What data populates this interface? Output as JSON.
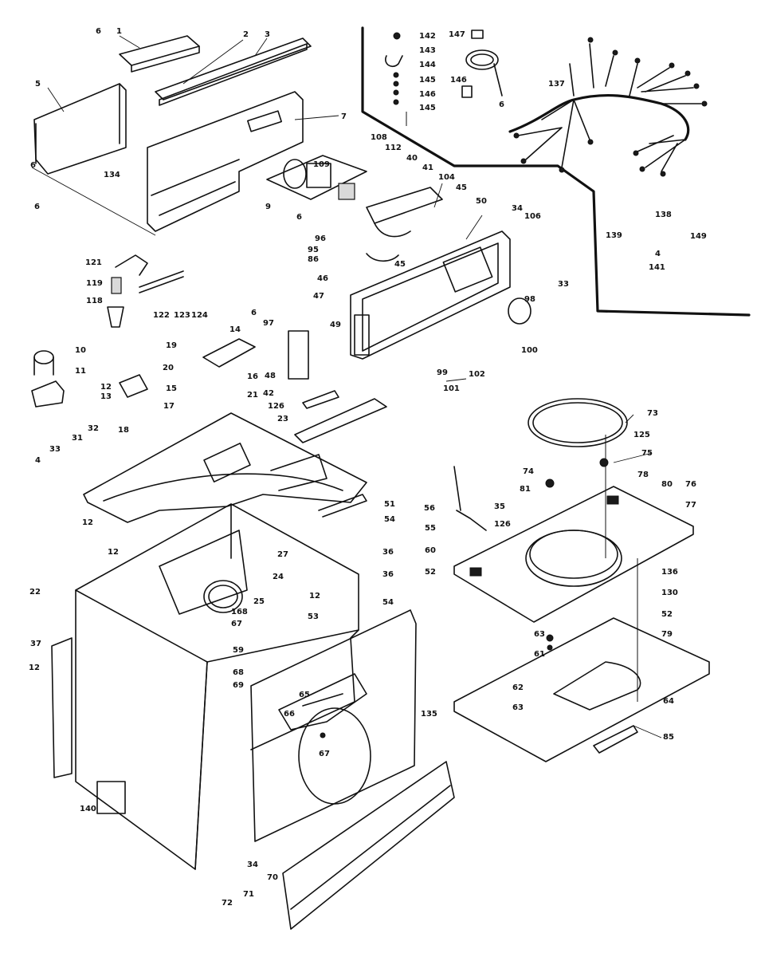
{
  "callouts": [
    {
      "id": "c1",
      "text": "1"
    },
    {
      "id": "c6a",
      "text": "6"
    },
    {
      "id": "c2",
      "text": "2"
    },
    {
      "id": "c3",
      "text": "3"
    },
    {
      "id": "c5",
      "text": "5"
    },
    {
      "id": "c7",
      "text": "7"
    },
    {
      "id": "c134",
      "text": "134"
    },
    {
      "id": "c9",
      "text": "9"
    },
    {
      "id": "c6b",
      "text": "6"
    },
    {
      "id": "c6c",
      "text": "6"
    },
    {
      "id": "c108",
      "text": "108"
    },
    {
      "id": "c109",
      "text": "109"
    },
    {
      "id": "c112",
      "text": "112"
    },
    {
      "id": "c40",
      "text": "40"
    },
    {
      "id": "c41",
      "text": "41"
    },
    {
      "id": "c104a",
      "text": "104"
    },
    {
      "id": "c45a",
      "text": "45"
    },
    {
      "id": "c50",
      "text": "50"
    },
    {
      "id": "c6d",
      "text": "6"
    },
    {
      "id": "c96",
      "text": "96"
    },
    {
      "id": "c95",
      "text": "95"
    },
    {
      "id": "c86",
      "text": "86"
    },
    {
      "id": "c45b",
      "text": "45"
    },
    {
      "id": "c46",
      "text": "46"
    },
    {
      "id": "c47",
      "text": "47"
    },
    {
      "id": "c49",
      "text": "49"
    },
    {
      "id": "c97",
      "text": "97"
    },
    {
      "id": "c6e",
      "text": "6"
    },
    {
      "id": "c121",
      "text": "121"
    },
    {
      "id": "c119",
      "text": "119"
    },
    {
      "id": "c118",
      "text": "118"
    },
    {
      "id": "c122",
      "text": "122"
    },
    {
      "id": "c123",
      "text": "123"
    },
    {
      "id": "c124",
      "text": "124"
    },
    {
      "id": "c10",
      "text": "10"
    },
    {
      "id": "c11",
      "text": "11"
    },
    {
      "id": "c12a",
      "text": "12"
    },
    {
      "id": "c13",
      "text": "13"
    },
    {
      "id": "c19",
      "text": "19"
    },
    {
      "id": "c14",
      "text": "14"
    },
    {
      "id": "c20",
      "text": "20"
    },
    {
      "id": "c15",
      "text": "15"
    },
    {
      "id": "c16",
      "text": "16"
    },
    {
      "id": "c21",
      "text": "21"
    },
    {
      "id": "c48a",
      "text": "48"
    },
    {
      "id": "c42",
      "text": "42"
    },
    {
      "id": "c126a",
      "text": "126"
    },
    {
      "id": "c23",
      "text": "23"
    },
    {
      "id": "c17",
      "text": "17"
    },
    {
      "id": "c18",
      "text": "18"
    },
    {
      "id": "c32",
      "text": "32"
    },
    {
      "id": "c31",
      "text": "31"
    },
    {
      "id": "c33a",
      "text": "33"
    },
    {
      "id": "c4a",
      "text": "4"
    },
    {
      "id": "c12b",
      "text": "12"
    },
    {
      "id": "c51",
      "text": "51"
    },
    {
      "id": "c54a",
      "text": "54"
    },
    {
      "id": "c22",
      "text": "22"
    },
    {
      "id": "c12c",
      "text": "12"
    },
    {
      "id": "c27",
      "text": "27"
    },
    {
      "id": "c24",
      "text": "24"
    },
    {
      "id": "c25",
      "text": "25"
    },
    {
      "id": "c36a",
      "text": "36"
    },
    {
      "id": "c36b",
      "text": "36"
    },
    {
      "id": "c12d",
      "text": "12"
    },
    {
      "id": "c54b",
      "text": "54"
    },
    {
      "id": "c53",
      "text": "53"
    },
    {
      "id": "c37",
      "text": "37"
    },
    {
      "id": "c12e",
      "text": "12"
    },
    {
      "id": "c168",
      "text": "168"
    },
    {
      "id": "c67a",
      "text": "67"
    },
    {
      "id": "c59",
      "text": "59"
    },
    {
      "id": "c68",
      "text": "68"
    },
    {
      "id": "c69",
      "text": "69"
    },
    {
      "id": "c65",
      "text": "65"
    },
    {
      "id": "c66",
      "text": "66"
    },
    {
      "id": "c67b",
      "text": "67"
    },
    {
      "id": "c135",
      "text": "135"
    },
    {
      "id": "c140",
      "text": "140"
    },
    {
      "id": "c34a",
      "text": "34"
    },
    {
      "id": "c70",
      "text": "70"
    },
    {
      "id": "c71",
      "text": "71"
    },
    {
      "id": "c72",
      "text": "72"
    },
    {
      "id": "c142",
      "text": "142"
    },
    {
      "id": "c143",
      "text": "143"
    },
    {
      "id": "c144",
      "text": "144"
    },
    {
      "id": "c145a",
      "text": "145"
    },
    {
      "id": "c146a",
      "text": "146"
    },
    {
      "id": "c145b",
      "text": "145"
    },
    {
      "id": "c147",
      "text": "147"
    },
    {
      "id": "c146b",
      "text": "146"
    },
    {
      "id": "c137",
      "text": "137"
    },
    {
      "id": "c6f",
      "text": "6"
    },
    {
      "id": "c34b",
      "text": "34"
    },
    {
      "id": "c106",
      "text": "106"
    },
    {
      "id": "c33b",
      "text": "33"
    },
    {
      "id": "c138",
      "text": "138"
    },
    {
      "id": "c139",
      "text": "139"
    },
    {
      "id": "c149",
      "text": "149"
    },
    {
      "id": "c4b",
      "text": "4"
    },
    {
      "id": "c141",
      "text": "141"
    },
    {
      "id": "c98",
      "text": "98"
    },
    {
      "id": "c100",
      "text": "100"
    },
    {
      "id": "c99",
      "text": "99"
    },
    {
      "id": "c101",
      "text": "101"
    },
    {
      "id": "c102",
      "text": "102"
    },
    {
      "id": "c73",
      "text": "73"
    },
    {
      "id": "c125",
      "text": "125"
    },
    {
      "id": "c75",
      "text": "75"
    },
    {
      "id": "c74",
      "text": "74"
    },
    {
      "id": "c81",
      "text": "81"
    },
    {
      "id": "c78",
      "text": "78"
    },
    {
      "id": "c80",
      "text": "80"
    },
    {
      "id": "c76",
      "text": "76"
    },
    {
      "id": "c77",
      "text": "77"
    },
    {
      "id": "c56",
      "text": "56"
    },
    {
      "id": "c35",
      "text": "35"
    },
    {
      "id": "c55",
      "text": "55"
    },
    {
      "id": "c126b",
      "text": "126"
    },
    {
      "id": "c60",
      "text": "60"
    },
    {
      "id": "c136",
      "text": "136"
    },
    {
      "id": "c52a",
      "text": "52"
    },
    {
      "id": "c130",
      "text": "130"
    },
    {
      "id": "c52b",
      "text": "52"
    },
    {
      "id": "c63a",
      "text": "63"
    },
    {
      "id": "c61",
      "text": "61"
    },
    {
      "id": "c79",
      "text": "79"
    },
    {
      "id": "c62",
      "text": "62"
    },
    {
      "id": "c63b",
      "text": "63"
    },
    {
      "id": "c64",
      "text": "64"
    },
    {
      "id": "c85",
      "text": "85"
    }
  ]
}
